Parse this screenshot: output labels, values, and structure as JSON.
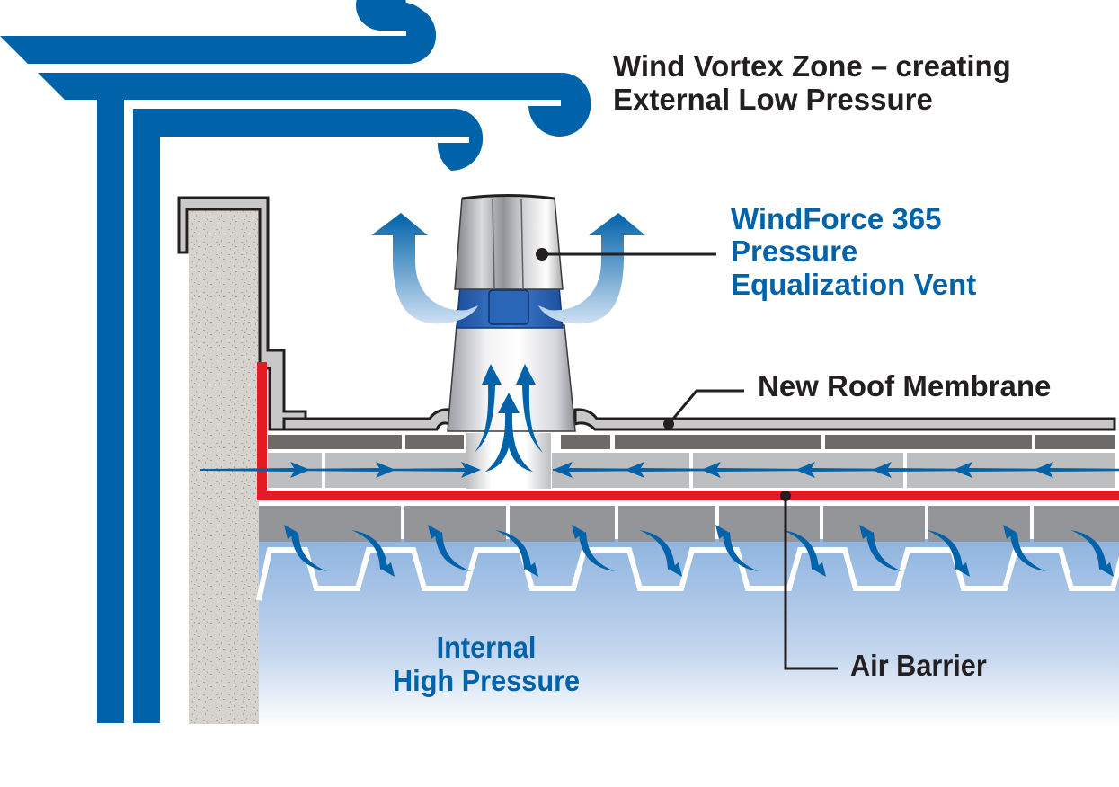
{
  "diagram": {
    "title": "Pressure equalization roof cross-section",
    "labels": {
      "vortex": [
        "Wind Vortex Zone – creating",
        "External Low Pressure"
      ],
      "vent": [
        "WindForce 365",
        "Pressure",
        "Equalization Vent"
      ],
      "membrane": "New Roof Membrane",
      "air_barrier": "Air Barrier",
      "internal": [
        "Internal",
        "High Pressure"
      ]
    },
    "colors": {
      "wind_blue": "#0062a8",
      "air_barrier_red": "#e31b23",
      "membrane_gray": "#c8c8c8",
      "board_dark": "#6d6a68",
      "board_light": "#bcbec0",
      "board_mid": "#939598",
      "concrete": "#d6d3ce",
      "text_dark": "#231f20",
      "text_blue": "#0062a8"
    },
    "icons": {
      "wind_streamlines": "wind-swirl-icon",
      "airflow_arrows": "arrow-icon",
      "leader_dot": "dot-icon"
    }
  }
}
